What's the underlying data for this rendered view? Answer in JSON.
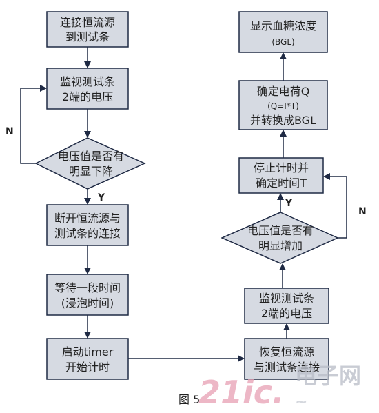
{
  "steps": {
    "s1": [
      "连接恒流源",
      "到测试条"
    ],
    "s2": [
      "监视测试条",
      "2端的电压"
    ],
    "d1": [
      "电压值是否有",
      "明显下降"
    ],
    "s3": [
      "断开恒流源与",
      "测试条的连接"
    ],
    "s4": [
      "等待一段时间",
      "(浸泡时间)"
    ],
    "s5": [
      "启动timer",
      "开始计时"
    ],
    "s6": [
      "恢复恒流源",
      "与测试条连接"
    ],
    "s7": [
      "监视测试条",
      "2端的电压"
    ],
    "d2": [
      "电压值是否有",
      "明显增加"
    ],
    "s8": [
      "停止计时并",
      "确定时间T"
    ],
    "s9": [
      "确定电荷Q",
      "(Q=I*T)",
      "并转换成BGL"
    ],
    "s10": [
      "显示血糖浓度",
      "(BGL)"
    ]
  },
  "labels": {
    "d1_no": "N",
    "d1_yes": "Y",
    "d2_no": "N",
    "d2_yes": "Y"
  },
  "figure_caption": "图 5",
  "watermark": {
    "brand": "21ic.",
    "cn": "电子网"
  },
  "colors": {
    "box_fill": "#d6dae2",
    "box_stroke": "#1f2a44",
    "line": "#1f2a44",
    "watermark_pink": "#e8a0b4",
    "watermark_gray": "#b8bcc6"
  }
}
